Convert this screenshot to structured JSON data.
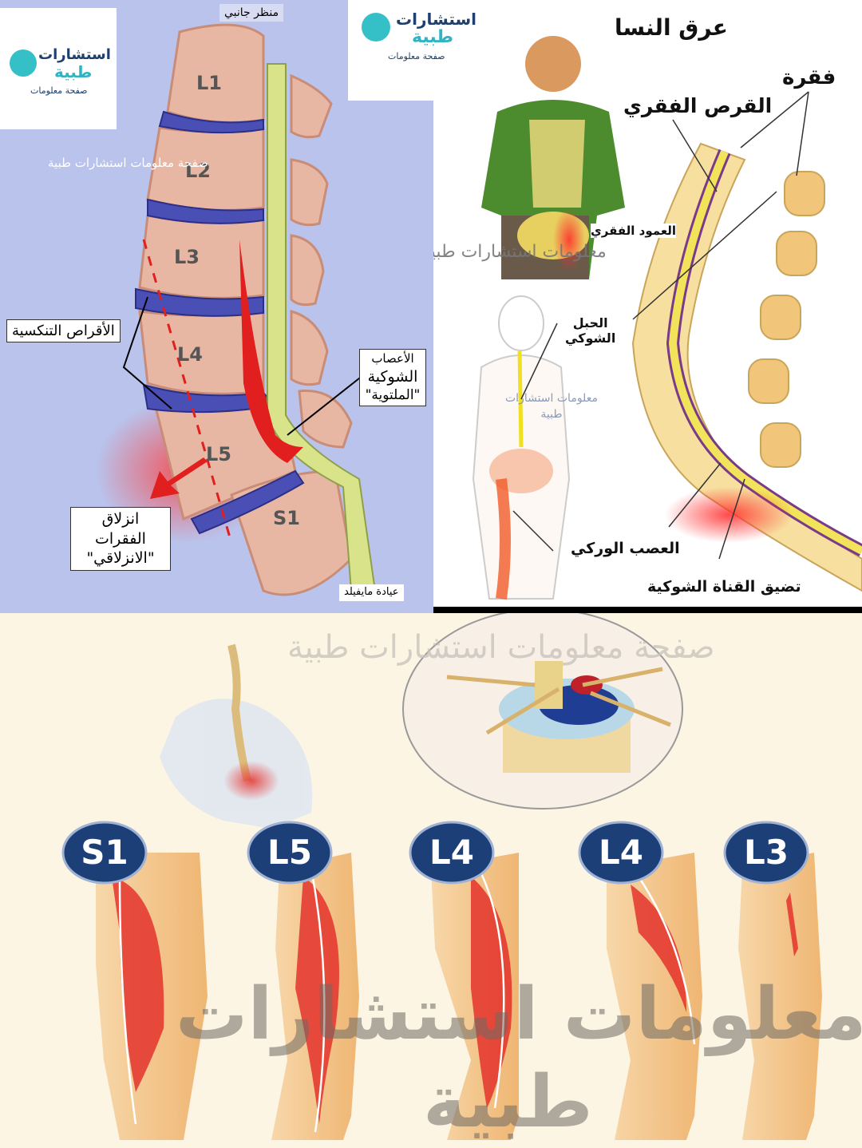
{
  "left_panel": {
    "view_label": "منظر جانبي",
    "watermark": "صفحة  معلومات استشارات طبية",
    "vertebrae": [
      "L1",
      "L2",
      "L3",
      "L4",
      "L5",
      "S1"
    ],
    "degenerative_discs_label": "الأقراص التنكسية",
    "pinched_nerves_label_1": "الأعصاب",
    "pinched_nerves_label_2": "الشوكية",
    "pinched_nerves_label_3": "\"الملتوية\"",
    "spondylolisthesis_label_1": "انزلاق الفقرات",
    "spondylolisthesis_label_2": "\"الانزلاقي\"",
    "clinic_label": "عيادة مايفيلد"
  },
  "logo": {
    "line1": "استشارات",
    "line2": "طبية",
    "line3": "صفحة معلومات"
  },
  "right_panel": {
    "title": "عرق النسا",
    "vertebra_label": "فقرة",
    "disc_label": "القرص الفقري",
    "spine_label": "العمود الفقري",
    "spinal_cord_label_1": "الحبل",
    "spinal_cord_label_2": "الشوكي",
    "sciatic_nerve_label": "العصب الوركي",
    "stenosis_label": "تضيق القناة الشوكية",
    "watermark_center": "معلومات استشارات طبية",
    "watermark_small_1": "معلومات استشارات",
    "watermark_small_2": "طبية"
  },
  "bottom_panel": {
    "watermark_top": "صفحة معلومات استشارات طبية",
    "watermark_big_1": "معلومات استشارات",
    "watermark_big_2": "طبية",
    "nerve_roots": [
      "S1",
      "L5",
      "L4",
      "L4",
      "L3"
    ],
    "colors": {
      "badge": "#1d3f78",
      "pain": "#d9262b",
      "skin": "#f3c48c"
    }
  }
}
